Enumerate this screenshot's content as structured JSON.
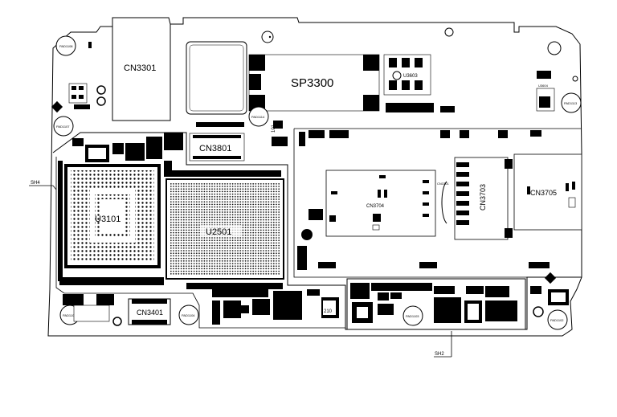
{
  "board": {
    "outline_color": "#000000",
    "fill_color": "#ffffff",
    "component_color": "#000000"
  },
  "labels": {
    "cn3301": "CN3301",
    "sp3300": "SP3300",
    "cn3801": "CN3801",
    "u3101": "U3101",
    "u2501": "U2501",
    "cn3704": "CN3704",
    "cn3703": "CN3703",
    "cn3705": "CN3705",
    "cn3701": "CN3701",
    "cn3401": "CN3401",
    "u3603": "U3603",
    "u3604": "U3604",
    "sh4": "SH4",
    "sh2": "SH2",
    "r210": "210",
    "r1": "101"
  },
  "pads": {
    "pad1108": "PAD1108",
    "pad1107": "PAD1107",
    "pad1114": "PAD1114",
    "pad1113": "PAD1113",
    "pad1106": "PAD1106",
    "pad1104": "PAD1104",
    "pad1103": "PAD1103",
    "pad1102": "PAD1102"
  }
}
